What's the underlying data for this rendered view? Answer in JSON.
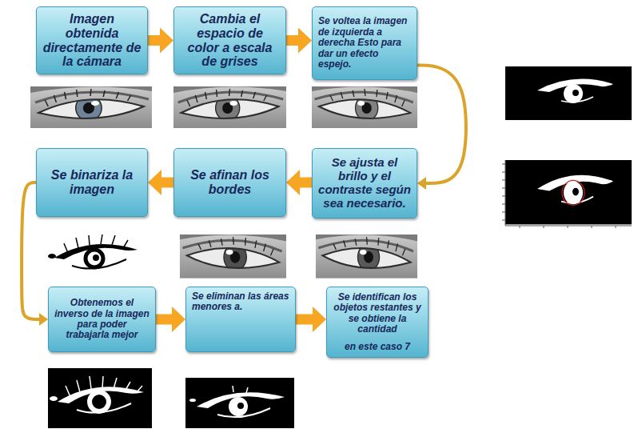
{
  "diagram": {
    "nodes": [
      {
        "text": [
          "Imagen obtenida directamente de la cámara"
        ]
      },
      {
        "text": [
          "Cambia el espacio de color a escala de grises"
        ]
      },
      {
        "text": [
          "Se voltea la imagen de izquierda a derecha Esto para dar un efecto espejo."
        ]
      },
      {
        "text": [
          "Se binariza la imagen"
        ]
      },
      {
        "text": [
          "Se afinan los bordes"
        ]
      },
      {
        "text": [
          "Se ajusta el brillo y el contraste según sea necesario."
        ]
      },
      {
        "text": [
          "Obtenemos el inverso de la imagen para poder trabajarla mejor"
        ]
      },
      {
        "text": [
          "Se eliminan las áreas menores a."
        ]
      },
      {
        "text": [
          "Se identifican los objetos restantes y se obtiene la cantidad",
          "en este caso 7"
        ]
      }
    ],
    "edges": [
      {
        "from": 0,
        "to": 1,
        "arrow": "to"
      },
      {
        "from": 1,
        "to": 2,
        "arrow": "to"
      },
      {
        "from": 2,
        "to": 5,
        "arrow": "to"
      },
      {
        "from": 5,
        "to": 4,
        "arrow": "to"
      },
      {
        "from": 4,
        "to": 3,
        "arrow": "to"
      },
      {
        "from": 3,
        "to": 6,
        "arrow": "to"
      },
      {
        "from": 6,
        "to": 7,
        "arrow": "to"
      },
      {
        "from": 7,
        "to": 8,
        "arrow": "to"
      }
    ]
  }
}
